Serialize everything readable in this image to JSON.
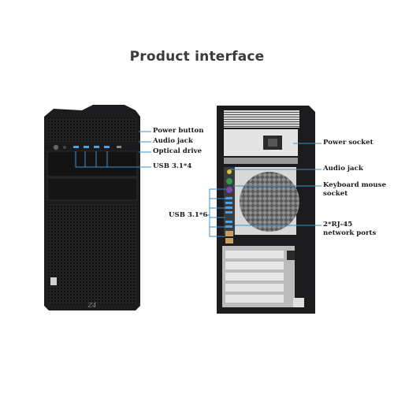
{
  "title": "Product interface",
  "front_labels": {
    "power_button": "Power button",
    "audio_jack": "Audio jack",
    "optical_drive": "Optical drive",
    "usb_front": "USB 3.1*4"
  },
  "rear_labels": {
    "usb_rear": "USB 3.1*6",
    "power_socket": "Power socket",
    "audio_jack": "Audio jack",
    "keyboard_mouse_1": "Keyboard mouse",
    "keyboard_mouse_2": "socket",
    "rj45_1": "2*RJ-45",
    "rj45_2": "network ports"
  },
  "front_badge": "Z4",
  "colors": {
    "callout": "#3d8fd1",
    "case": "#1c1c1e",
    "title": "#3a3a3a"
  }
}
